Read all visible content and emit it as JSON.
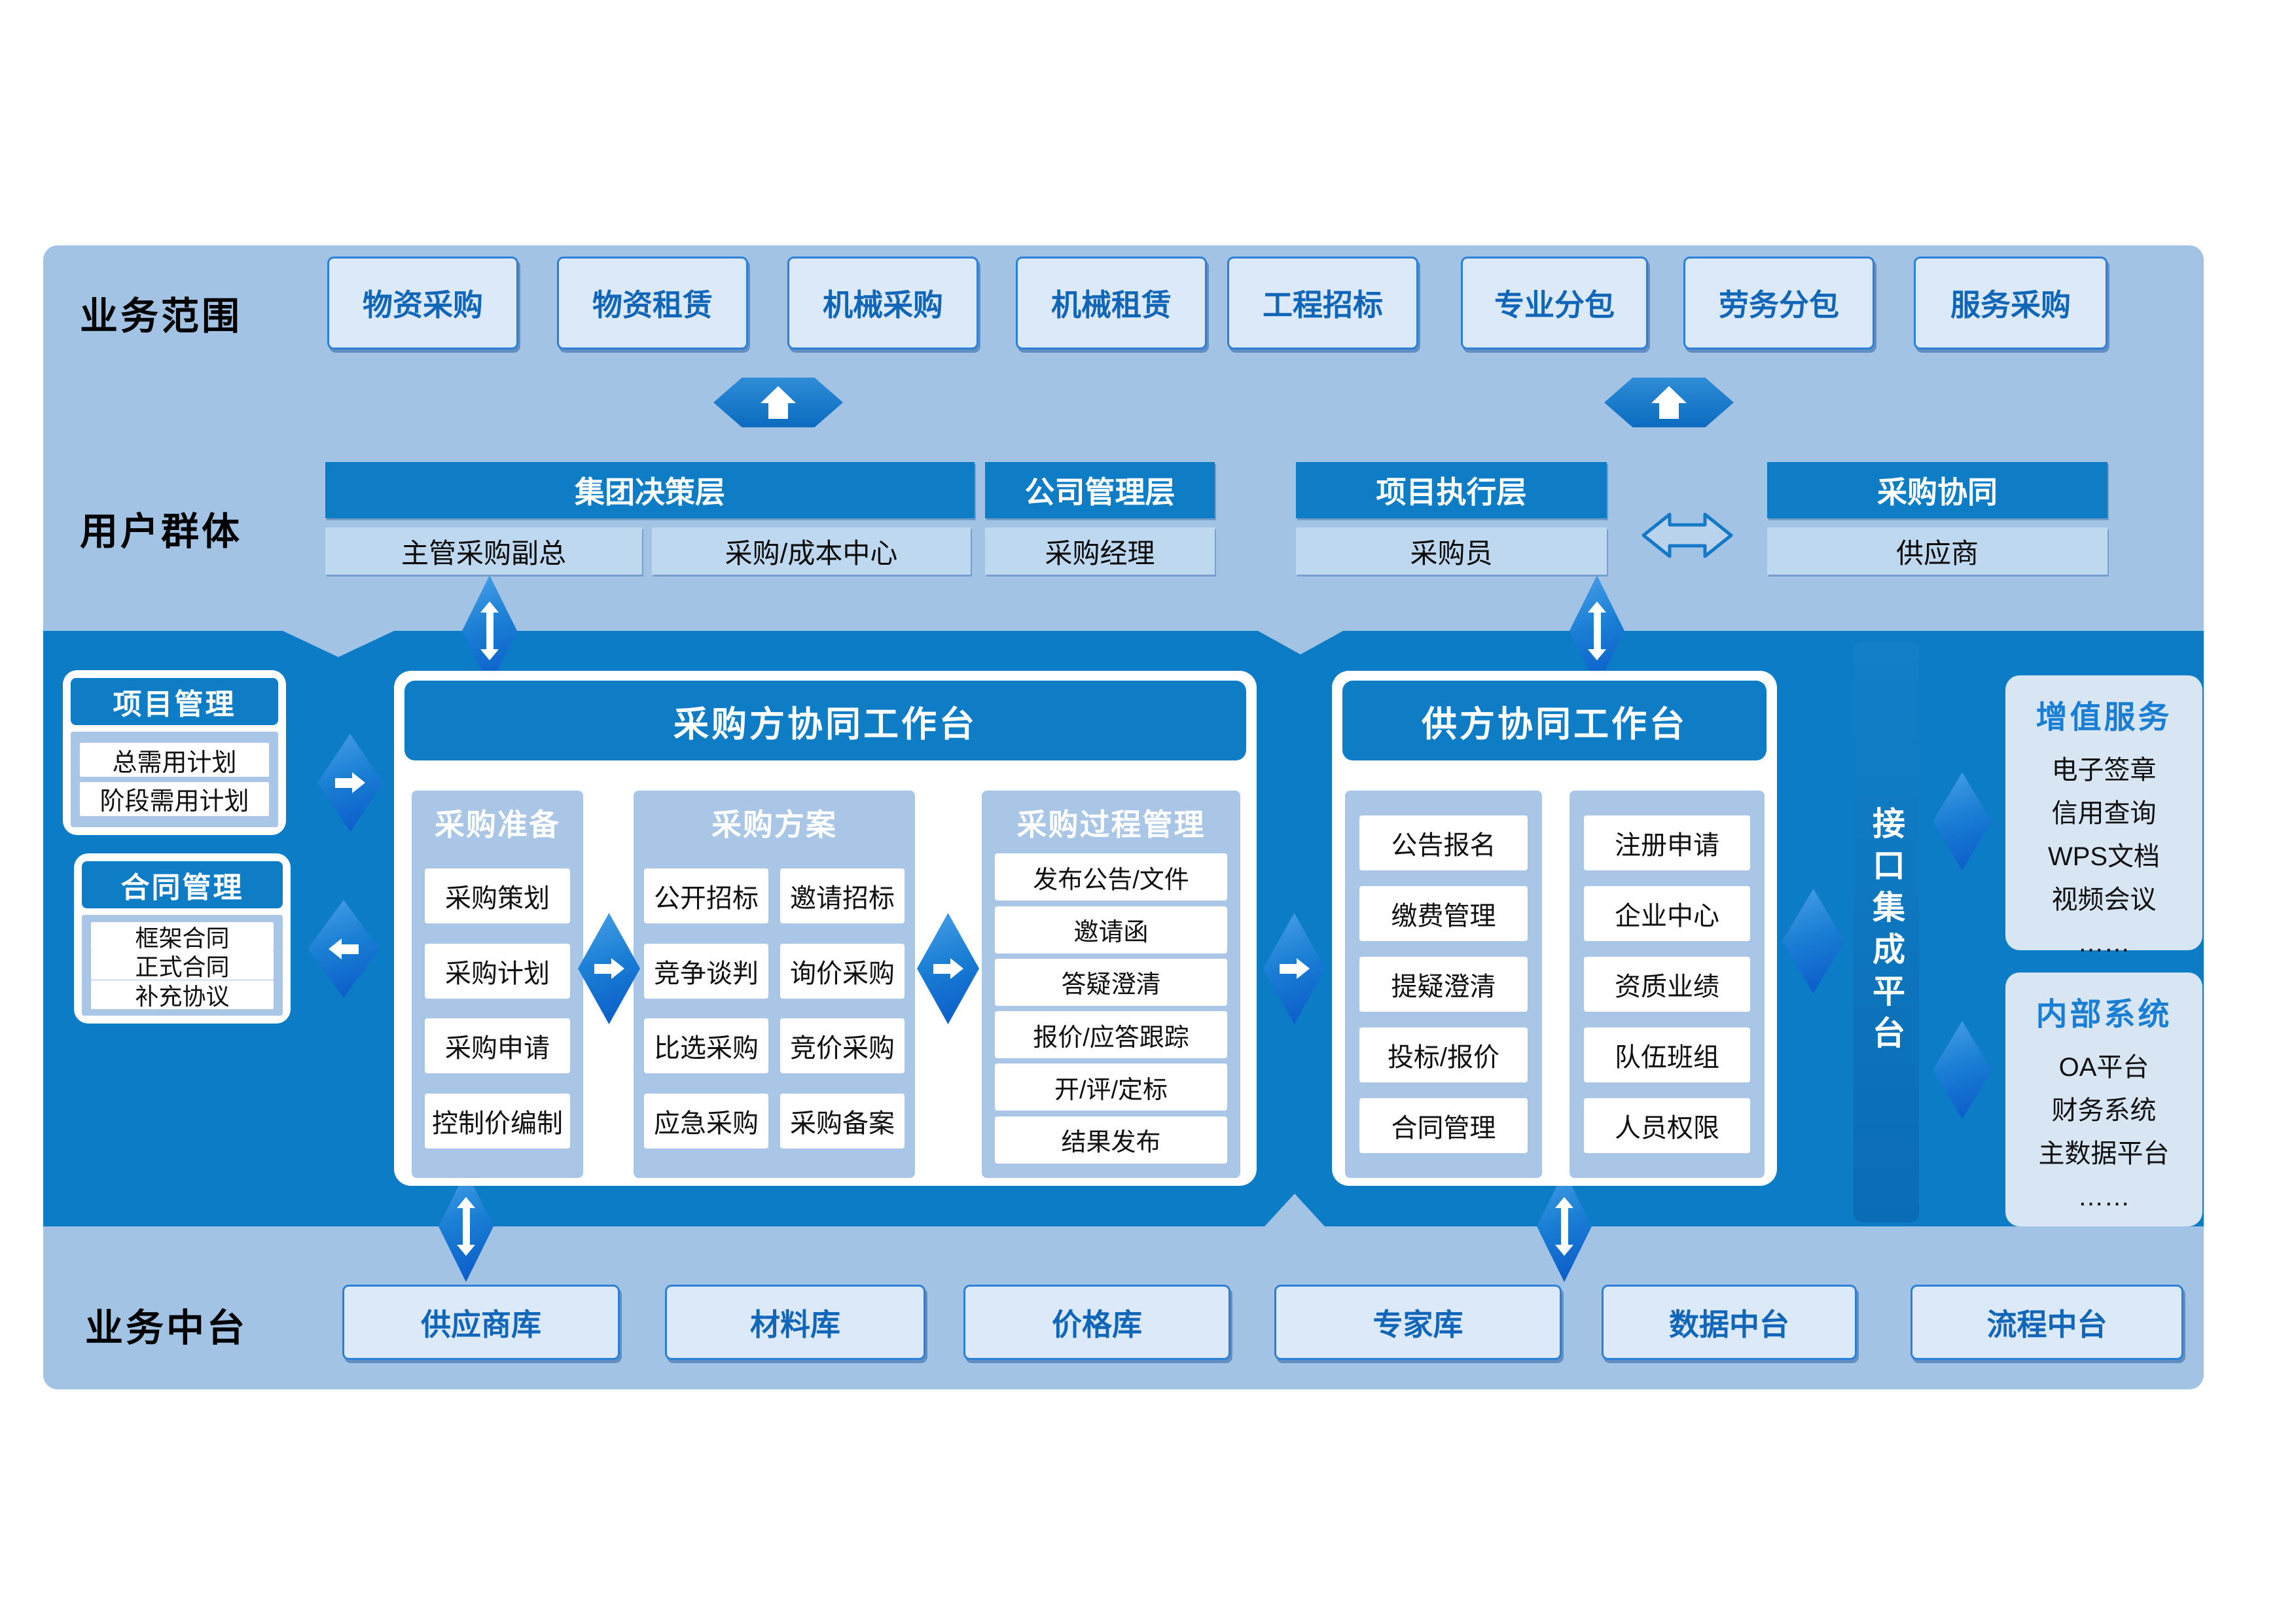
{
  "business_scope": {
    "label": "业务范围",
    "buttons": [
      "物资采购",
      "物资租赁",
      "机械采购",
      "机械租赁",
      "工程招标",
      "专业分包",
      "劳务分包",
      "服务采购"
    ]
  },
  "user_groups": {
    "label": "用户群体",
    "groups": [
      {
        "header": "集团决策层",
        "subs": [
          "主管采购副总",
          "采购/成本中心"
        ]
      },
      {
        "header": "公司管理层",
        "subs": [
          "采购经理"
        ]
      },
      {
        "header": "项目执行层",
        "subs": [
          "采购员"
        ]
      },
      {
        "header": "采购协同",
        "subs": [
          "供应商"
        ]
      }
    ]
  },
  "project_management": {
    "title": "项目管理",
    "items": [
      "总需用计划",
      "阶段需用计划"
    ]
  },
  "contract_management": {
    "title": "合同管理",
    "items": [
      "框架合同",
      "正式合同",
      "补充协议"
    ]
  },
  "buyer_workbench": {
    "title": "采购方协同工作台",
    "prep": {
      "header": "采购准备",
      "items": [
        "采购策划",
        "采购计划",
        "采购申请",
        "控制价编制"
      ]
    },
    "scheme": {
      "header": "采购方案",
      "items": [
        "公开招标",
        "邀请招标",
        "竞争谈判",
        "询价采购",
        "比选采购",
        "竞价采购",
        "应急采购",
        "采购备案"
      ]
    },
    "process": {
      "header": "采购过程管理",
      "items": [
        "发布公告/文件",
        "邀请函",
        "答疑澄清",
        "报价/应答跟踪",
        "开/评/定标",
        "结果发布"
      ]
    }
  },
  "supplier_workbench": {
    "title": "供方协同工作台",
    "col1": [
      "公告报名",
      "缴费管理",
      "提疑澄清",
      "投标/报价",
      "合同管理"
    ],
    "col2": [
      "注册申请",
      "企业中心",
      "资质业绩",
      "队伍班组",
      "人员权限"
    ]
  },
  "integration_platform": {
    "label": "接口集成平台"
  },
  "value_added_services": {
    "title": "增值服务",
    "items": [
      "电子签章",
      "信用查询",
      "WPS文档",
      "视频会议",
      "……"
    ]
  },
  "internal_systems": {
    "title": "内部系统",
    "items": [
      "OA平台",
      "财务系统",
      "主数据平台",
      "……"
    ]
  },
  "middle_platform": {
    "label": "业务中台",
    "buttons": [
      "供应商库",
      "材料库",
      "价格库",
      "专家库",
      "数据中台",
      "流程中台"
    ]
  },
  "colors": {
    "page_panel": "#a2c3e4",
    "band_blue": "#0c7cc6",
    "header_blue": "#0e7dc6",
    "sub_box": "#bdd8ef",
    "button_bg": "#dce9f8",
    "button_border": "#2e7fd6",
    "button_text": "#1166b8",
    "column_panel": "#a9c6e6",
    "side_panel": "#d8e6f4",
    "side_title": "#1a7ed2"
  }
}
